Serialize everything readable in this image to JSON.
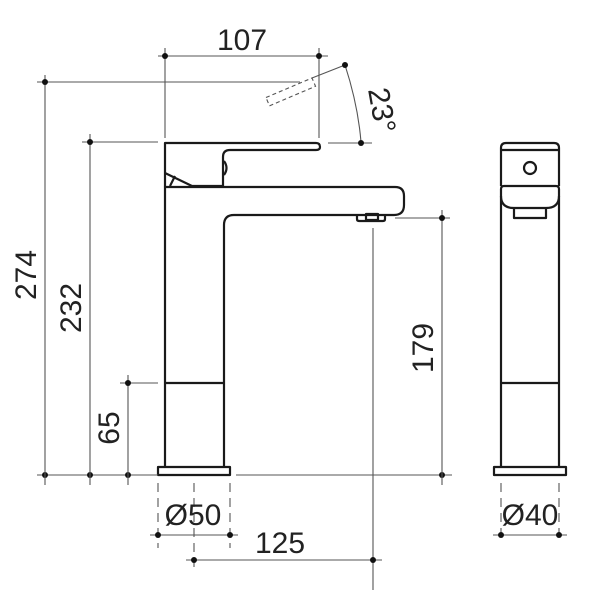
{
  "drawing": {
    "title": "Basin mixer tap dimension drawing",
    "units": "mm",
    "colors": {
      "background": "#ffffff",
      "outline": "#1a1a1a",
      "dimension_line": "#555555",
      "text": "#222222"
    },
    "views": {
      "front": {
        "label": "front-elevation"
      },
      "side": {
        "label": "side-elevation"
      }
    },
    "dimensions": {
      "lever_reach": "107",
      "lever_angle": "23°",
      "overall_height": "274",
      "spout_top_height": "232",
      "body_joint_height": "65",
      "spout_outlet_height": "179",
      "base_diameter_front": "Ø50",
      "spout_projection": "125",
      "base_diameter_side": "Ø40"
    }
  }
}
